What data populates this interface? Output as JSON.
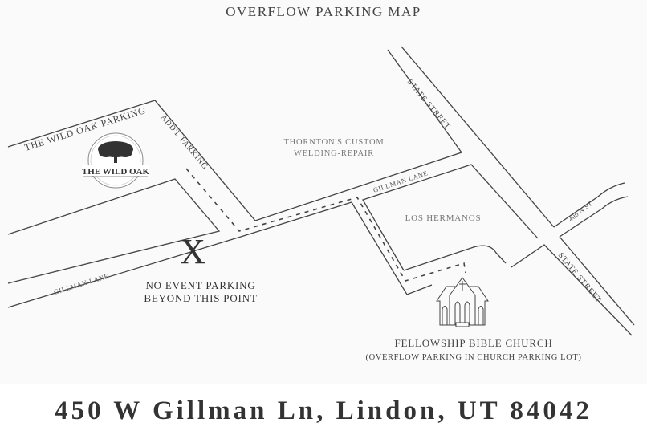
{
  "title": "OVERFLOW PARKING MAP",
  "labels": {
    "wild_oak_parking": "THE WILD OAK PARKING",
    "addl_parking": "ADD'L PARKING",
    "gillman_lane_west": "GILLMAN LANE",
    "gillman_lane_east": "GILLMAN LANE",
    "state_street_north": "STATE STREET",
    "state_street_south": "STATE STREET",
    "n400": "400 N ST",
    "thorntons_line1": "THORNTON'S CUSTOM",
    "thorntons_line2": "WELDING-REPAIR",
    "los_hermanos": "LOS HERMANOS",
    "no_parking_marker": "X",
    "no_parking_line1": "NO EVENT PARKING",
    "no_parking_line2": "BEYOND THIS POINT",
    "church_name": "FELLOWSHIP BIBLE CHURCH",
    "church_note": "(OVERFLOW PARKING IN CHURCH PARKING LOT)"
  },
  "logo": {
    "name": "THE WILD OAK",
    "icon": "oak-tree-logo"
  },
  "church_icon": "church-icon",
  "address": "450 W Gillman Ln, Lindon, UT 84042",
  "colors": {
    "ink": "#444444",
    "label_grey": "#777777",
    "address": "#333333"
  }
}
